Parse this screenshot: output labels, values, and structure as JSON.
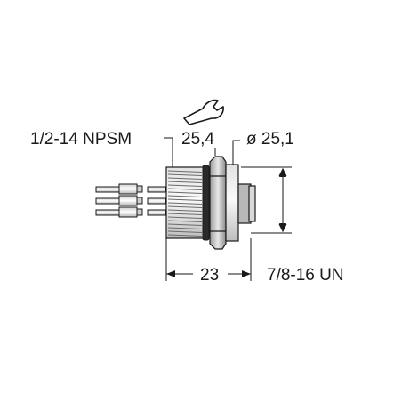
{
  "labels": {
    "thread": "1/2-14 NPSM",
    "wrench_size": "25,4",
    "diameter": "ø 25,1",
    "length": "23",
    "connector_thread": "7/8-16 UN"
  },
  "icons": {
    "wrench": "wrench-icon"
  },
  "colors": {
    "line": "#1a1a1a",
    "body_light": "#eeeeee",
    "body_mid": "#d4d4d4",
    "body_dark": "#8a8a8a",
    "nut": "#cfcfcf"
  }
}
